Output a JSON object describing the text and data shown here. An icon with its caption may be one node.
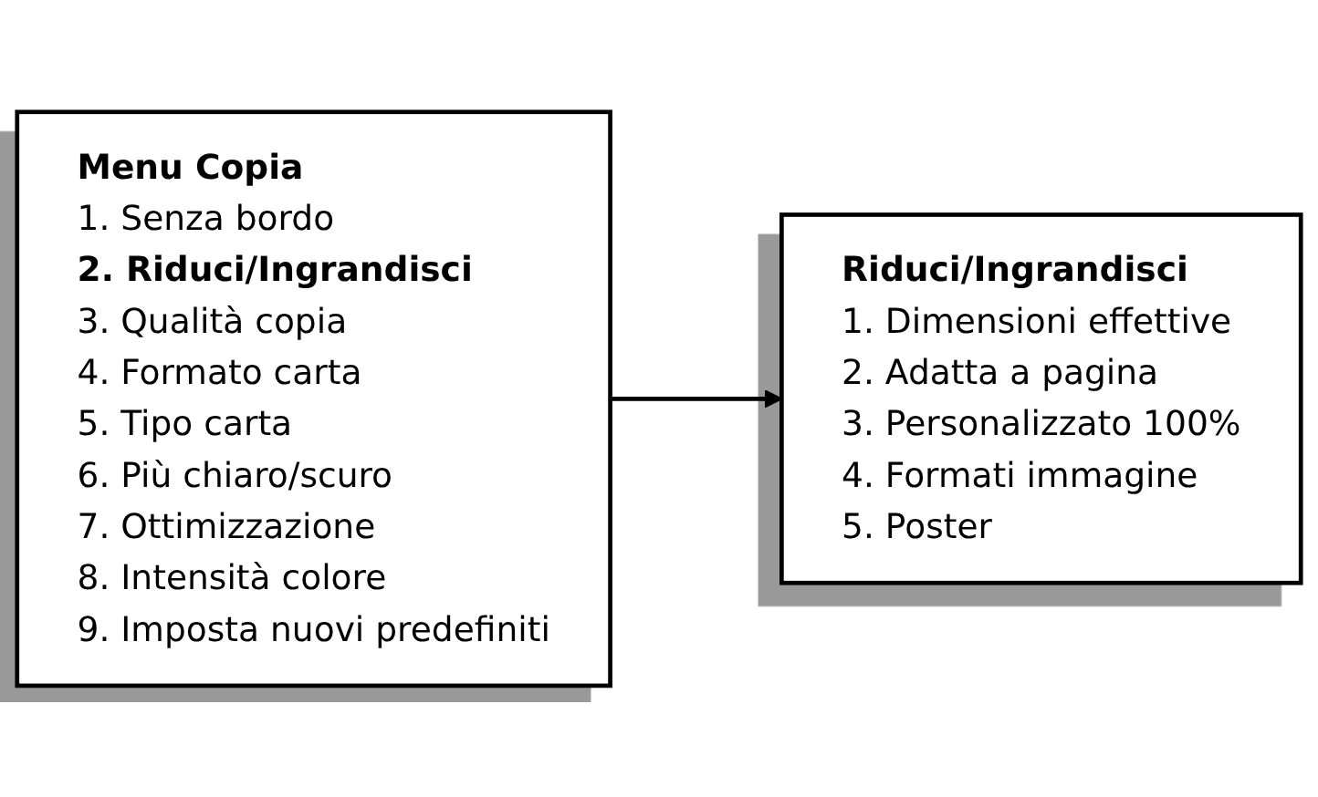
{
  "diagram": {
    "nodes": [
      {
        "text": [
          "Menu Copia",
          "1. Senza bordo",
          "**2. Riduci/Ingrandisci**",
          "3. Qualità copia",
          "4. Formato carta",
          "5. Tipo carta",
          "6. Più chiaro/scuro",
          "7. Ottimizzazione",
          "8. Intensità colore",
          "9. Imposta nuovi predefiniti"
        ]
      },
      {
        "text": [
          "Riduci/Ingrandisci",
          "1. Dimensioni effettive",
          "2. Adatta a pagina",
          "3. Personalizzato 100%",
          "4. Formati immagine",
          "5. Poster"
        ]
      }
    ],
    "edges": [
      {
        "from": 0,
        "to": 1,
        "arrow": "to"
      }
    ]
  }
}
